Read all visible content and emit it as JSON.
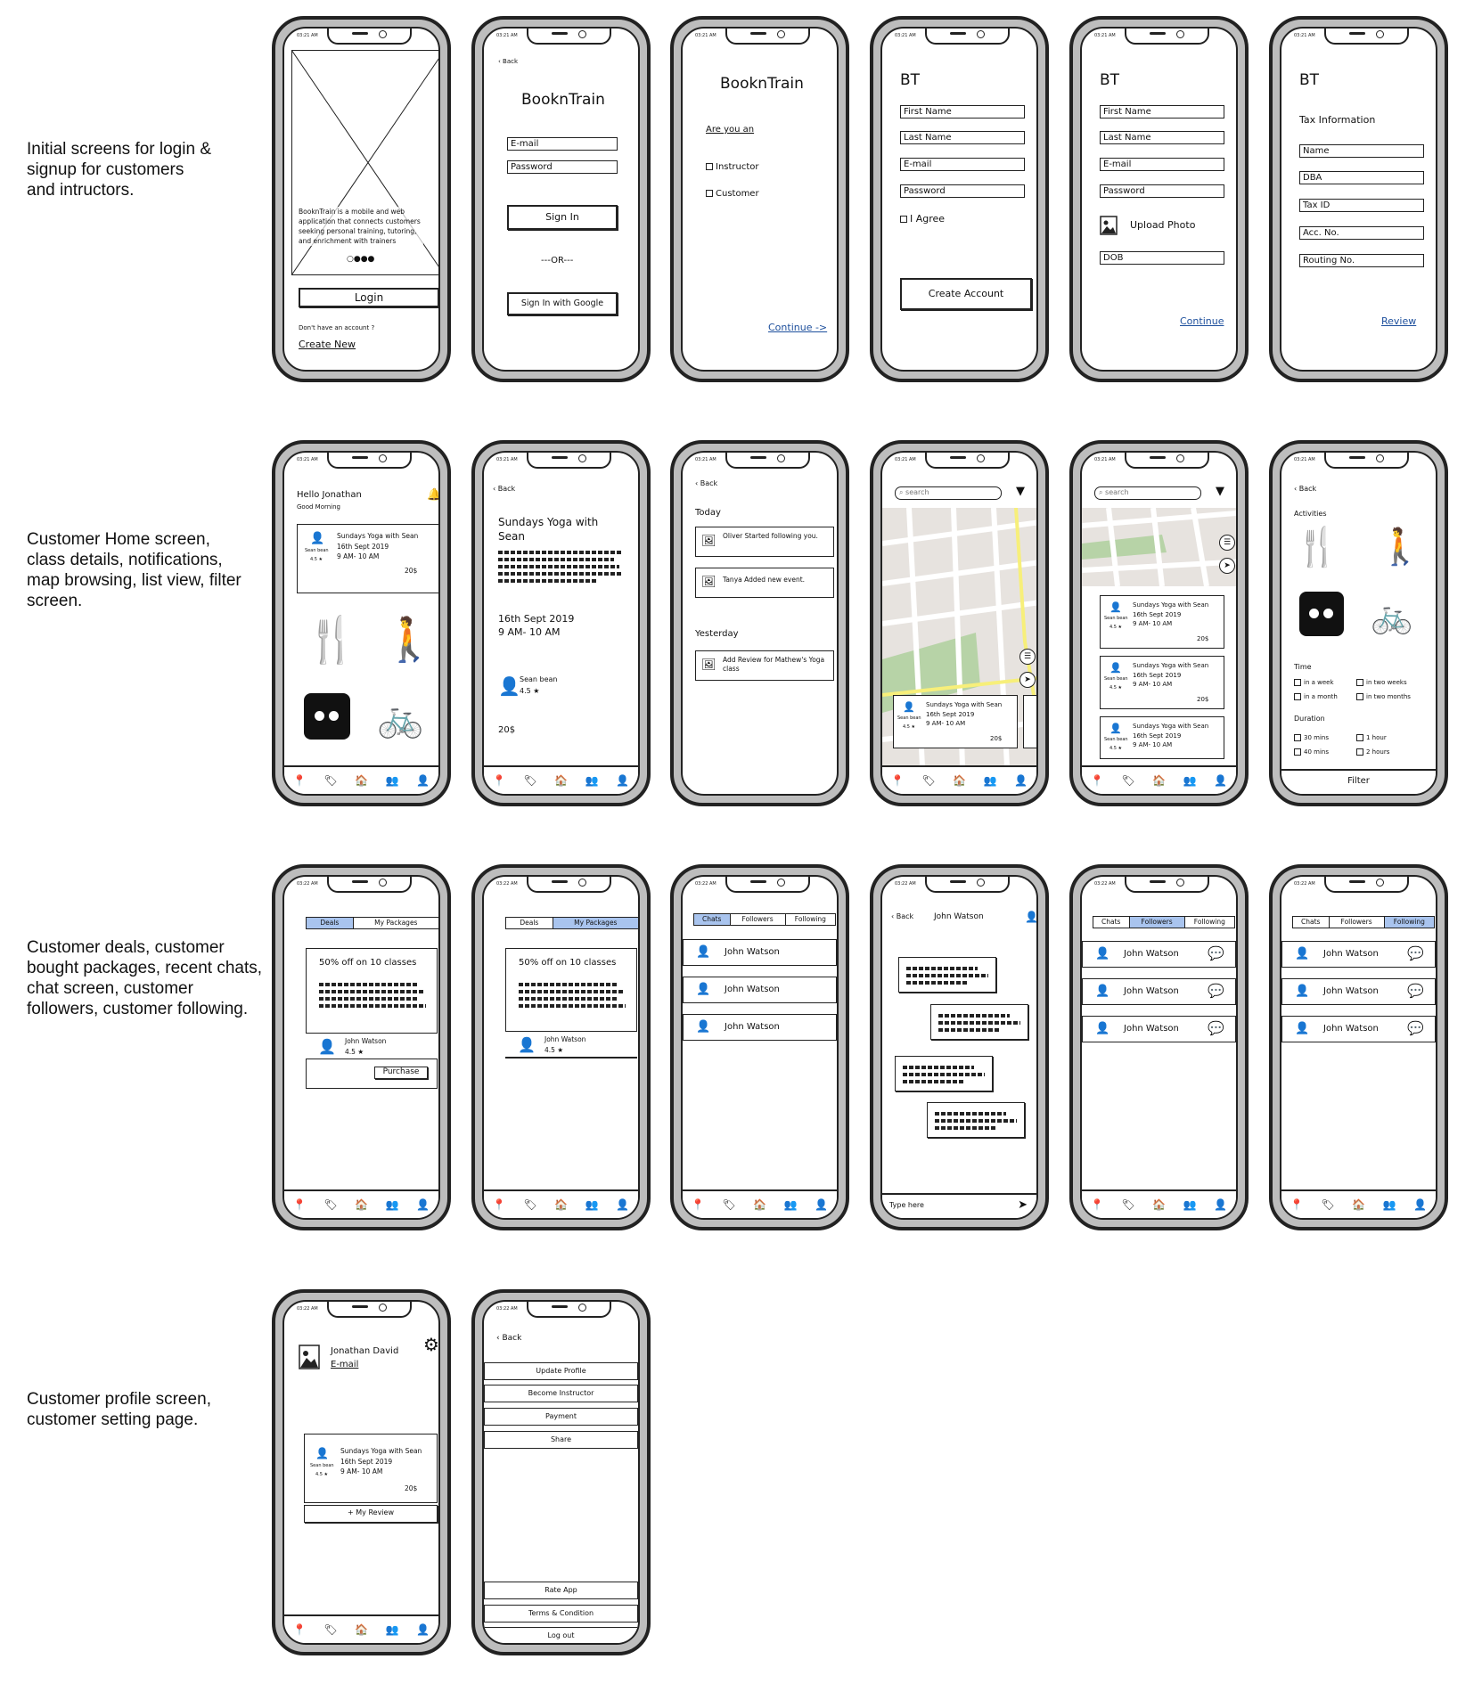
{
  "labels": {
    "row1": "Initial screens for login & signup for customers and intructors.",
    "row2": "Customer Home screen, class details, notifications, map browsing, list view, filter screen.",
    "row3": "Customer deals, customer bought packages, recent chats, chat screen, customer followers, customer following.",
    "row4": "Customer profile screen, customer setting page."
  },
  "status_time": "03:21 AM",
  "status_time_2": "03:22 AM",
  "icons": {
    "pin": "pin-icon",
    "tag": "tag-icon",
    "home": "home-icon",
    "group": "group-icon",
    "user": "user-icon"
  },
  "onboarding": {
    "description": "BooknTrain is a mobile and web application that connects customers seeking personal training, tutoring, and enrichment with trainers",
    "login": "Login",
    "no_account": "Don't have an account ?",
    "create_new": "Create New"
  },
  "signin": {
    "back": "Back",
    "title": "BooknTrain",
    "email": "E-mail",
    "password": "Password",
    "sign_in": "Sign In",
    "or": "---OR---",
    "google": "Sign In with Google"
  },
  "role": {
    "title": "BooknTrain",
    "question": "Are you an",
    "instructor": "Instructor",
    "customer": "Customer",
    "continue": "Continue ->"
  },
  "signup_customer": {
    "brand": "BT",
    "first": "First Name",
    "last": "Last Name",
    "email": "E-mail",
    "password": "Password",
    "agree": "I Agree",
    "create": "Create Account"
  },
  "signup_instructor": {
    "brand": "BT",
    "first": "First Name",
    "last": "Last Name",
    "email": "E-mail",
    "password": "Password",
    "upload": "Upload Photo",
    "dob": "DOB",
    "continue": "Continue"
  },
  "tax": {
    "brand": "BT",
    "heading": "Tax Information",
    "name": "Name",
    "dba": "DBA",
    "taxid": "Tax ID",
    "acc": "Acc. No.",
    "routing": "Routing No.",
    "review": "Review"
  },
  "home": {
    "greeting": "Hello Jonathan",
    "sub": "Good Morning"
  },
  "class_card": {
    "title": "Sundays Yoga with Sean",
    "date": "16th Sept 2019",
    "time": "9 AM- 10 AM",
    "trainer": "Sean bean",
    "rating": "4.5",
    "price": "20$"
  },
  "details": {
    "back": "Back",
    "title": "Sundays Yoga with Sean",
    "date": "16th Sept 2019",
    "time": "9 AM- 10 AM",
    "trainer": "Sean bean",
    "rating": "4.5",
    "price": "20$"
  },
  "notifications": {
    "back": "Back",
    "today": "Today",
    "n1": "Oliver Started following you.",
    "n2": "Tanya Added new event.",
    "yesterday": "Yesterday",
    "n3": "Add Review for Mathew's Yoga class"
  },
  "search": {
    "placeholder": "search"
  },
  "filter": {
    "back": "Back",
    "activities": "Activities",
    "time": "Time",
    "week": "in a week",
    "two_weeks": "in two weeks",
    "month": "in a month",
    "two_months": "in two months",
    "duration": "Duration",
    "m30": "30 mins",
    "h1": "1 hour",
    "m40": "40 mins",
    "h2": "2 hours",
    "filter": "Filter"
  },
  "deals": {
    "tab_deals": "Deals",
    "tab_packages": "My Packages",
    "offer": "50% off on 10 classes",
    "trainer": "John Watson",
    "rating": "4.5",
    "purchase": "Purchase"
  },
  "social": {
    "chats": "Chats",
    "followers": "Followers",
    "following": "Following",
    "name": "John Watson"
  },
  "chat": {
    "back": "Back",
    "name": "John Watson",
    "placeholder": "Type here"
  },
  "profile": {
    "name": "Jonathan David",
    "email": "E-mail",
    "review": "+ My Review"
  },
  "settings": {
    "back": "Back",
    "update": "Update Profile",
    "become": "Become Instructor",
    "payment": "Payment",
    "share": "Share",
    "rate": "Rate App",
    "terms": "Terms & Condition",
    "logout": "Log out"
  }
}
